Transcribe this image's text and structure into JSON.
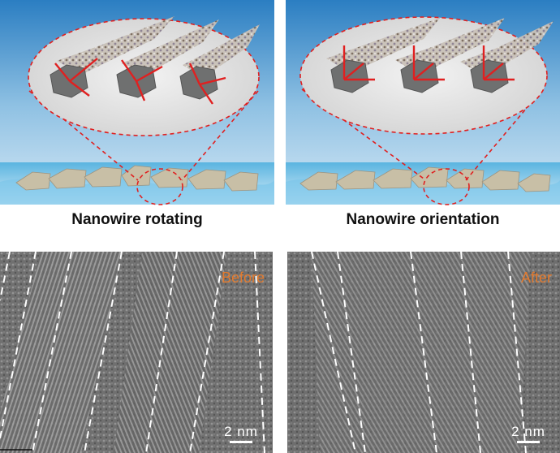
{
  "panels": [
    {
      "caption": "Nanowire rotating"
    },
    {
      "caption": "Nanowire orientation"
    },
    {
      "label": "Before",
      "scale": "2 nm"
    },
    {
      "label": "After",
      "scale": "2 nm"
    }
  ],
  "colors": {
    "highlight": "#e02020",
    "label": "#e27a2e",
    "water": "#3a9fd4"
  }
}
